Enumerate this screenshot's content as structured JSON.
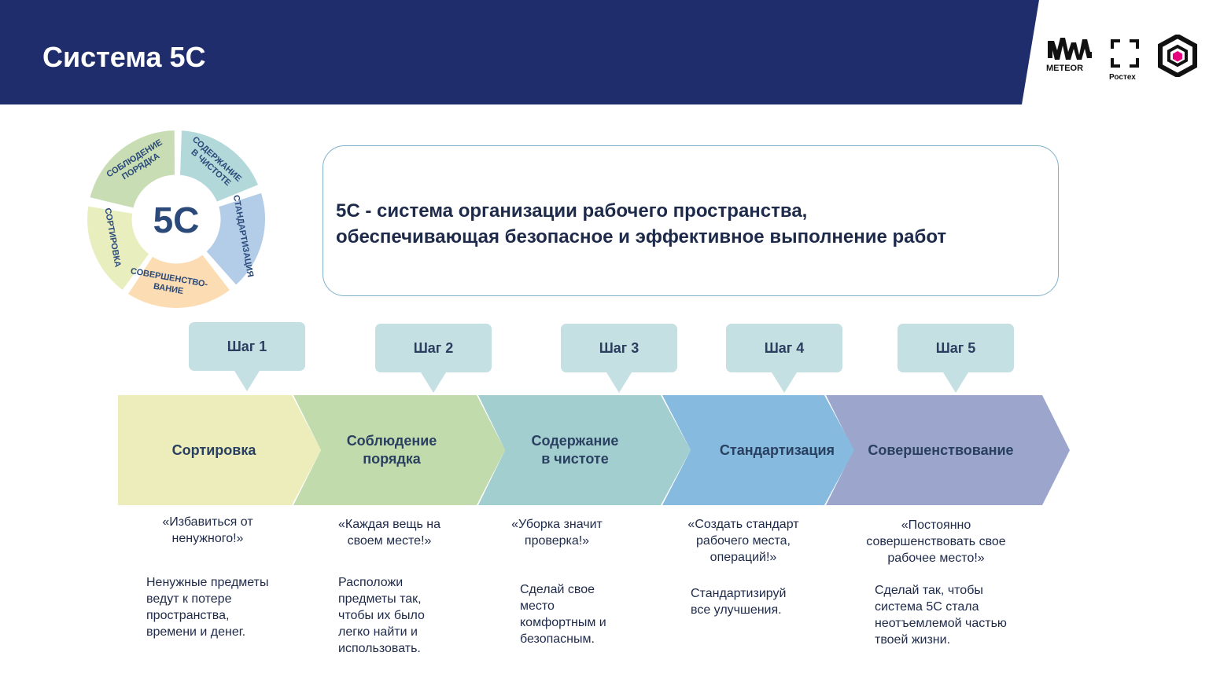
{
  "header": {
    "title": "Система 5С",
    "bg_color": "#1f2d6c",
    "logos": [
      {
        "name": "meteor-logo",
        "text": "METEOR"
      },
      {
        "name": "rostec-logo",
        "text": "Ростех"
      },
      {
        "name": "hexagon-logo",
        "text": ""
      }
    ]
  },
  "wheel": {
    "center_label": "5С",
    "segments": [
      {
        "label_lines": [
          "СОБЛЮДЕНИЕ",
          "ПОРЯДКА"
        ],
        "color": "#c8ddb4"
      },
      {
        "label_lines": [
          "СОДЕРЖАНИЕ",
          "В ЧИСТОТЕ"
        ],
        "color": "#b3d8da"
      },
      {
        "label_lines": [
          "СТАНДАРТИЗАЦИЯ"
        ],
        "color": "#b3cde8"
      },
      {
        "label_lines": [
          "СОВЕРШЕНСТВО-",
          "ВАНИЕ"
        ],
        "color": "#fbdcb3"
      },
      {
        "label_lines": [
          "СОРТИРОВКА"
        ],
        "color": "#e8eebd"
      }
    ]
  },
  "definition": {
    "text": "5С - система организации рабочего пространства,\nобеспечивающая безопасное и эффективное выполнение работ"
  },
  "steps": [
    {
      "step_label": "Шаг 1",
      "stage": "Сортировка",
      "color": "#ecedba",
      "motto": "«Избавиться от\nненужного!»",
      "description": "Ненужные предметы\nведут к потере\nпространства,\nвремени и денег."
    },
    {
      "step_label": "Шаг 2",
      "stage": "Соблюдение\nпорядка",
      "color": "#c2dbad",
      "motto": "«Каждая вещь на\nсвоем месте!»",
      "description": "Расположи\nпредметы так,\nчтобы их было\nлегко найти и\nиспользовать."
    },
    {
      "step_label": "Шаг 3",
      "stage": "Содержание\nв чистоте",
      "color": "#a3ced0",
      "motto": "«Уборка значит\nпроверка!»",
      "description": "Сделай свое\nместо\nкомфортным и\nбезопасным."
    },
    {
      "step_label": "Шаг 4",
      "stage": "Стандартизация",
      "color": "#86bade",
      "motto": "«Создать стандарт\nрабочего места,\nопераций!»",
      "description": "Стандартизируй\nвсе улучшения."
    },
    {
      "step_label": "Шаг 5",
      "stage": "Совершенствование",
      "color": "#9ca5cc",
      "motto": "«Постоянно\nсовершенствовать свое\nрабочее место!»",
      "description": "Сделай так, чтобы\nсистема 5С стала\nнеотъемлемой частью\nтвоей жизни."
    }
  ]
}
